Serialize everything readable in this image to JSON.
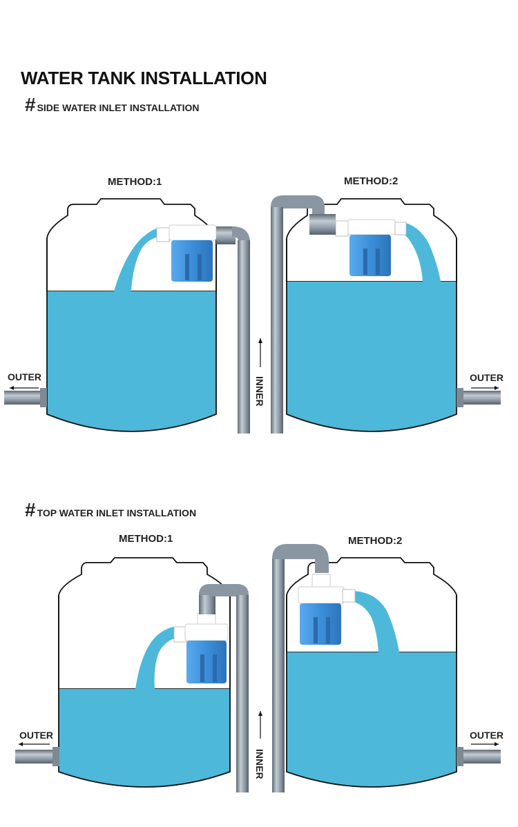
{
  "page": {
    "title": "WATER TANK INSTALLATION",
    "hash_symbol": "#",
    "side": {
      "heading": "SIDE WATER INLET INSTALLATION",
      "method1": "METHOD:1",
      "method2": "METHOD:2",
      "outer_left": "OUTER",
      "outer_right": "OUTER",
      "inner": "INNER"
    },
    "top": {
      "heading": "TOP WATER INLET INSTALLATION",
      "method1": "METHOD:1",
      "method2": "METHOD:2",
      "outer_left": "OUTER",
      "outer_right": "OUTER",
      "inner": "INNER"
    }
  },
  "colors": {
    "water": "#4db8d9",
    "pipe": "#8a97a2",
    "valve_body": "#3b8fd9",
    "valve_cap": "#ffffff",
    "tank_outline": "#111111"
  },
  "icons": [
    "arrow-left-icon",
    "arrow-right-icon",
    "arrow-up-icon"
  ]
}
